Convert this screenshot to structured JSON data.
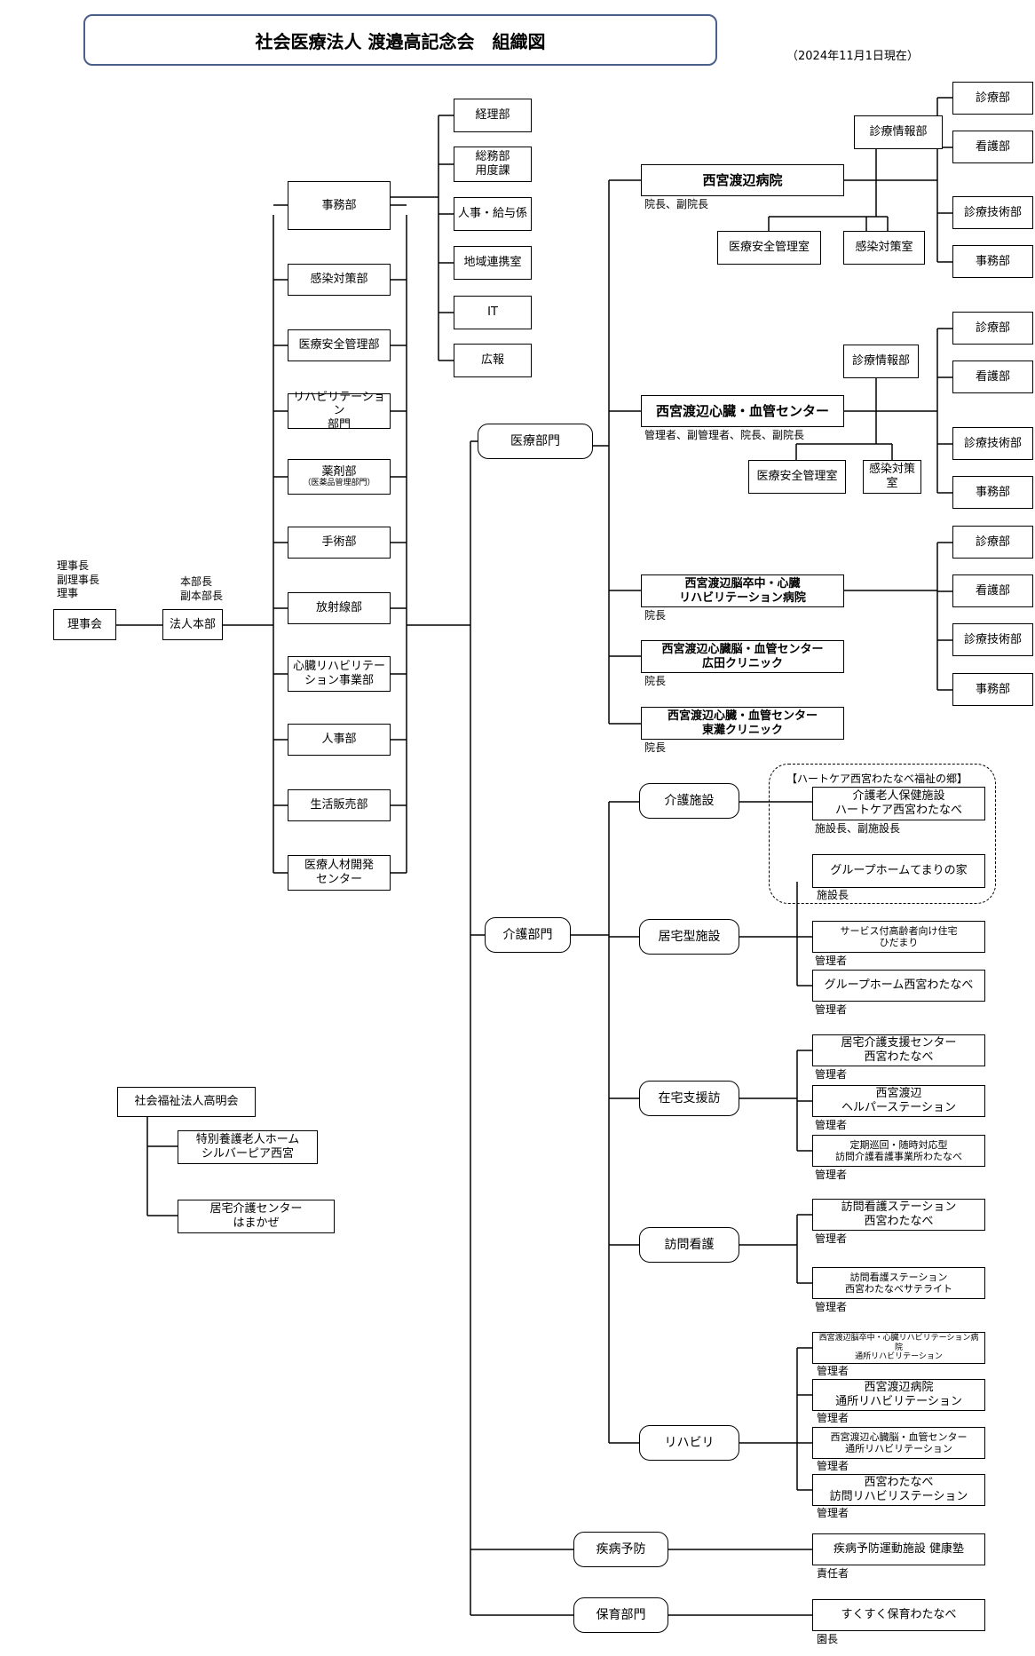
{
  "title": "社会医療法人 渡邉高記念会　組織図",
  "date": "（2024年11月1日現在）",
  "board": {
    "roles": "理事長\n副理事長\n理事",
    "box": "理事会"
  },
  "hq": {
    "roles": "本部長\n副本部長",
    "box": "法人本部"
  },
  "hq_depts": [
    "事務部",
    "感染対策部",
    "医療安全管理部",
    "リハビリテーション\n部門",
    "薬剤部",
    "手術部",
    "放射線部",
    "心臓リハビリテー\nション事業部",
    "人事部",
    "生活販売部",
    "医療人材開発\nセンター"
  ],
  "hq_depts_note": "（医薬品管理部門）",
  "jimu_subs": [
    "経理部",
    "総務部\n用度課",
    "人事・給与係",
    "地域連携室",
    "IT",
    "広報"
  ],
  "divisions": {
    "medical": "医療部門",
    "care": "介護部門",
    "prevention": "疾病予防",
    "childcare": "保育部門"
  },
  "hospitals": [
    {
      "name": "西宮渡辺病院",
      "role": "院長、副院長"
    },
    {
      "name": "西宮渡辺心臓・血管センター",
      "role": "管理者、副管理者、院長、副院長"
    },
    {
      "name": "西宮渡辺脳卒中・心臓\nリハビリテーション病院",
      "role": "院長"
    },
    {
      "name": "西宮渡辺心臓脳・血管センター\n広田クリニック",
      "role": "院長"
    },
    {
      "name": "西宮渡辺心臓・血管センター\n東灘クリニック",
      "role": "院長"
    }
  ],
  "hospital_units": {
    "info": "診療情報部",
    "safety": "医療安全管理室",
    "infection": "感染対策室",
    "infection_wrapped": "感染対策\n室"
  },
  "hospital_depts": [
    "診療部",
    "看護部",
    "診療技術部",
    "事務部"
  ],
  "care_groups": [
    "介護施設",
    "居宅型施設",
    "在宅支援訪",
    "訪問看護",
    "リハビリ"
  ],
  "heartcare_label": "【ハートケア西宮わたなべ福祉の郷】",
  "care_facilities": [
    {
      "name": "介護老人保健施設\nハートケア西宮わたなべ",
      "role": "施設長、副施設長"
    },
    {
      "name": "グループホームてまりの家",
      "role": "施設長"
    },
    {
      "name": "サービス付高齢者向け住宅\nひだまり",
      "role": "管理者"
    },
    {
      "name": "グループホーム西宮わたなべ",
      "role": "管理者"
    },
    {
      "name": "居宅介護支援センター\n西宮わたなべ",
      "role": "管理者"
    },
    {
      "name": "西宮渡辺\nヘルパーステーション",
      "role": "管理者"
    },
    {
      "name": "定期巡回・随時対応型\n訪問介護看護事業所わたなべ",
      "role": "管理者"
    },
    {
      "name": "訪問看護ステーション\n西宮わたなべ",
      "role": "管理者"
    },
    {
      "name": "訪問看護ステーション\n西宮わたなべサテライト",
      "role": "管理者"
    },
    {
      "name": "西宮渡辺脳卒中・心臓リハビリテーション病\n院\n通所リハビリテーション",
      "role": "管理者"
    },
    {
      "name": "西宮渡辺病院\n通所リハビリテーション",
      "role": "管理者"
    },
    {
      "name": "西宮渡辺心臓脳・血管センター\n通所リハビリテーション",
      "role": "管理者"
    },
    {
      "name": "西宮わたなべ\n訪問リハビリステーション",
      "role": "管理者"
    }
  ],
  "prevention_facility": {
    "name": "疾病予防運動施設 健康塾",
    "role": "責任者"
  },
  "childcare_facility": {
    "name": "すくすく保育わたなべ",
    "role": "園長"
  },
  "welfare": {
    "name": "社会福祉法人高明会",
    "children": [
      "特別養護老人ホーム\nシルバーピア西宮",
      "居宅介護センター\nはまかぜ"
    ]
  }
}
